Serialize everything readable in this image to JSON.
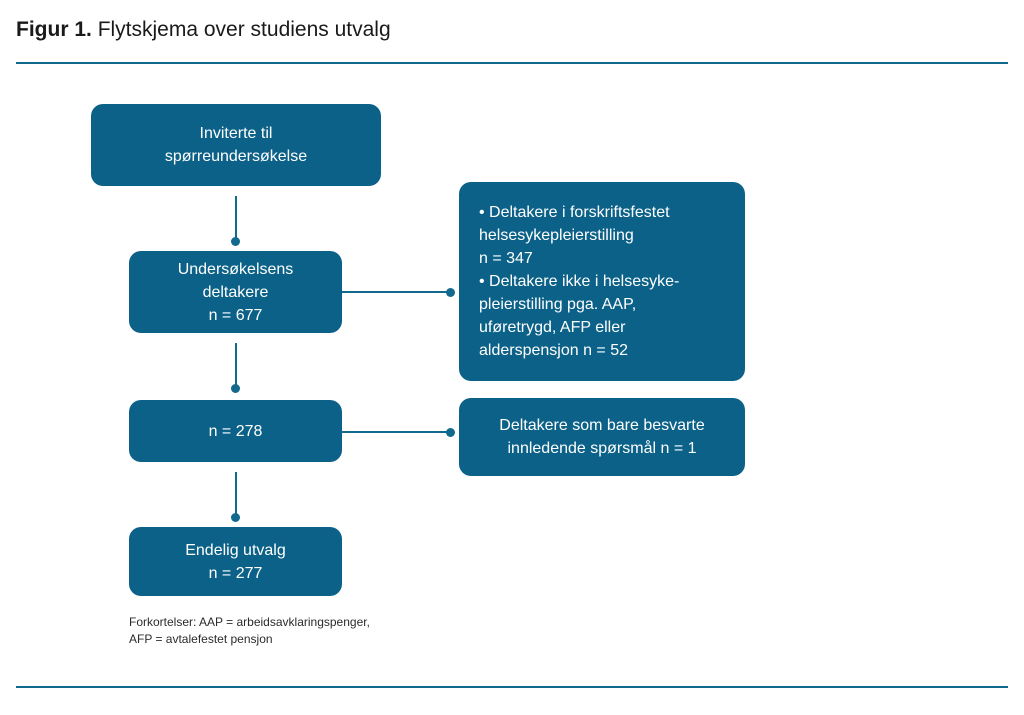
{
  "figure": {
    "label": "Figur 1.",
    "caption": "Flytskjema over studiens utvalg"
  },
  "colors": {
    "box_fill": "#0b6187",
    "rule": "#12698e",
    "connector": "#12698e",
    "box_text": "#ffffff",
    "page_background": "#ffffff"
  },
  "flow": {
    "invited": {
      "line1": "Inviterte til",
      "line2": "spørreundersøkelse"
    },
    "participants": {
      "line1": "Undersøkelsens",
      "line2": "deltakere",
      "line3": "n = 677"
    },
    "n278": {
      "line1": "n = 278"
    },
    "final": {
      "line1": "Endelig utvalg",
      "line2": "n = 277"
    },
    "excluded_1": {
      "line1": "• Deltakere i forskriftsfestet",
      "line2": "helsesykepleierstilling",
      "line3": "n = 347",
      "line4": "• Deltakere ikke i helsesyke-",
      "line5": "pleierstilling pga. AAP,",
      "line6": "uføretrygd, AFP eller",
      "line7": "alderspensjon n = 52"
    },
    "excluded_2": {
      "line1": "Deltakere som bare besvarte",
      "line2": "innledende spørsmål n = 1"
    }
  },
  "footnote": {
    "line1": "Forkortelser: AAP = arbeidsavklaringspenger,",
    "line2": "AFP = avtalefestet pensjon"
  },
  "chart_data": {
    "type": "diagram",
    "title": "Figur 1. Flytskjema over studiens utvalg",
    "diagram_kind": "flowchart",
    "nodes": [
      {
        "id": "invited",
        "label": "Inviterte til spørreundersøkelse",
        "n": null,
        "column": "main",
        "order": 1
      },
      {
        "id": "participants",
        "label": "Undersøkelsens deltakere",
        "n": 677,
        "column": "main",
        "order": 2
      },
      {
        "id": "n278",
        "label": "n = 278",
        "n": 278,
        "column": "main",
        "order": 3
      },
      {
        "id": "final",
        "label": "Endelig utvalg",
        "n": 277,
        "column": "main",
        "order": 4
      },
      {
        "id": "excluded_1",
        "label": "• Deltakere i forskriftsfestet helsesykepleierstilling n = 347 • Deltakere ikke i helsesykepleierstilling pga. AAP, uføretrygd, AFP eller alderspensjon n = 52",
        "n": [
          347,
          52
        ],
        "column": "side",
        "order": 1
      },
      {
        "id": "excluded_2",
        "label": "Deltakere som bare besvarte innledende spørsmål n = 1",
        "n": 1,
        "column": "side",
        "order": 2
      }
    ],
    "edges": [
      {
        "from": "invited",
        "to": "participants",
        "direction": "vertical"
      },
      {
        "from": "participants",
        "to": "n278",
        "direction": "vertical"
      },
      {
        "from": "n278",
        "to": "final",
        "direction": "vertical"
      },
      {
        "from": "participants",
        "to": "excluded_1",
        "direction": "horizontal"
      },
      {
        "from": "n278",
        "to": "excluded_2",
        "direction": "horizontal"
      }
    ]
  }
}
